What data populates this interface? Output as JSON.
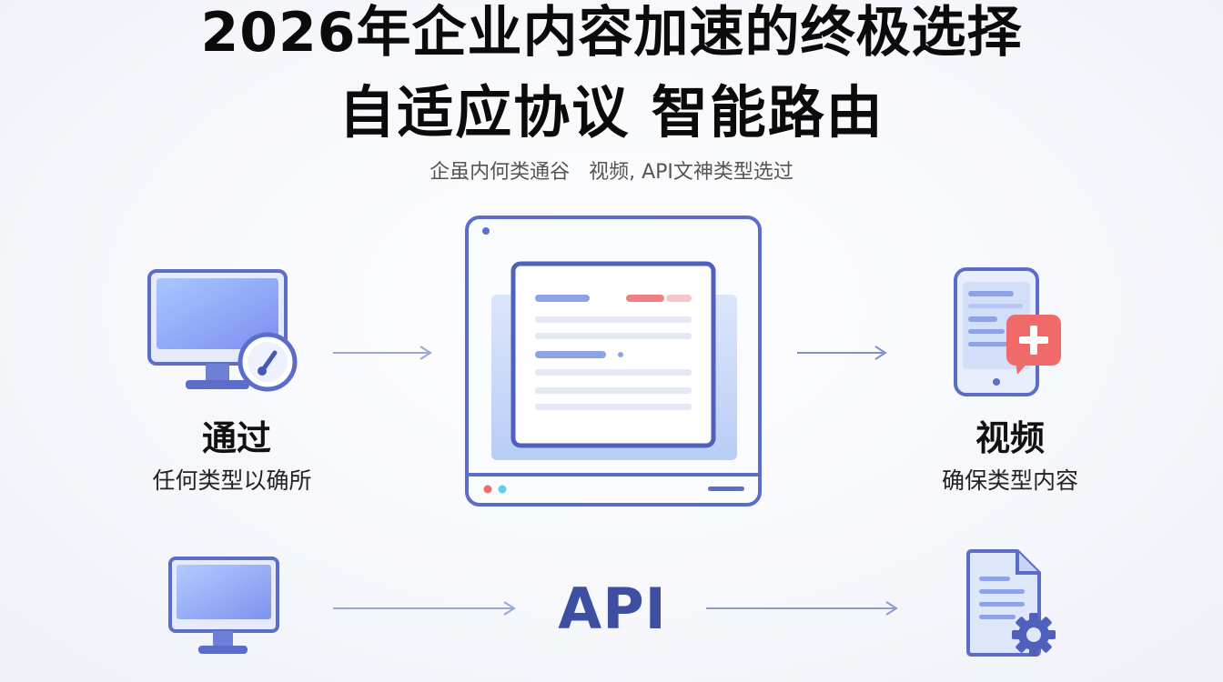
{
  "header": {
    "title_line1": "2026年企业内容加速的终极选择",
    "title_line2": "自适应协议 智能路由",
    "subtitle": "企虽内何类通谷   视频, API文神类型选过"
  },
  "left_item": {
    "title": "通过",
    "description": "任何类型以确所",
    "icon": "monitor-with-gauge-icon"
  },
  "right_item": {
    "title": "视频",
    "description": "确保类型内容",
    "icon": "phone-with-plus-badge-icon"
  },
  "center": {
    "icon": "browser-window-icon"
  },
  "bottom_row": {
    "api_label": "API",
    "left_icon": "monitor-icon",
    "right_icon": "document-with-gear-icon"
  },
  "colors": {
    "accent": "#3e4fa2",
    "icon_outline": "#5b6dc8",
    "icon_fill": "#8fa8f0",
    "arrow": "#9aa6d8",
    "badge": "#f06a6a"
  }
}
